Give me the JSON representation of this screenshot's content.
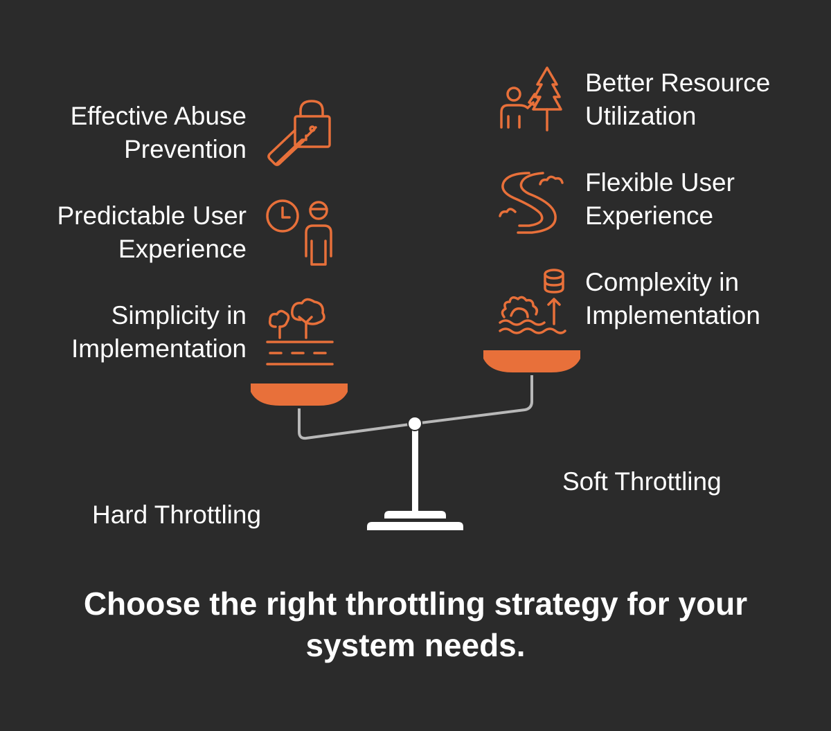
{
  "accent_color": "#e8703a",
  "background_color": "#2b2b2b",
  "left_side": {
    "title": "Hard Throttling",
    "items": [
      {
        "lines": [
          "Effective Abuse",
          "Prevention"
        ],
        "icon": "key-lock-icon"
      },
      {
        "lines": [
          "Predictable User",
          "Experience"
        ],
        "icon": "clock-person-icon"
      },
      {
        "lines": [
          "Simplicity in",
          "Implementation"
        ],
        "icon": "trees-road-icon"
      }
    ]
  },
  "right_side": {
    "title": "Soft Throttling",
    "items": [
      {
        "lines": [
          "Better Resource",
          "Utilization"
        ],
        "icon": "person-tree-icon"
      },
      {
        "lines": [
          "Flexible User",
          "Experience"
        ],
        "icon": "winding-road-icon"
      },
      {
        "lines": [
          "Complexity in",
          "Implementation"
        ],
        "icon": "gear-database-icon"
      }
    ]
  },
  "caption": {
    "lines": [
      "Choose the right throttling strategy for your",
      "system needs."
    ]
  }
}
